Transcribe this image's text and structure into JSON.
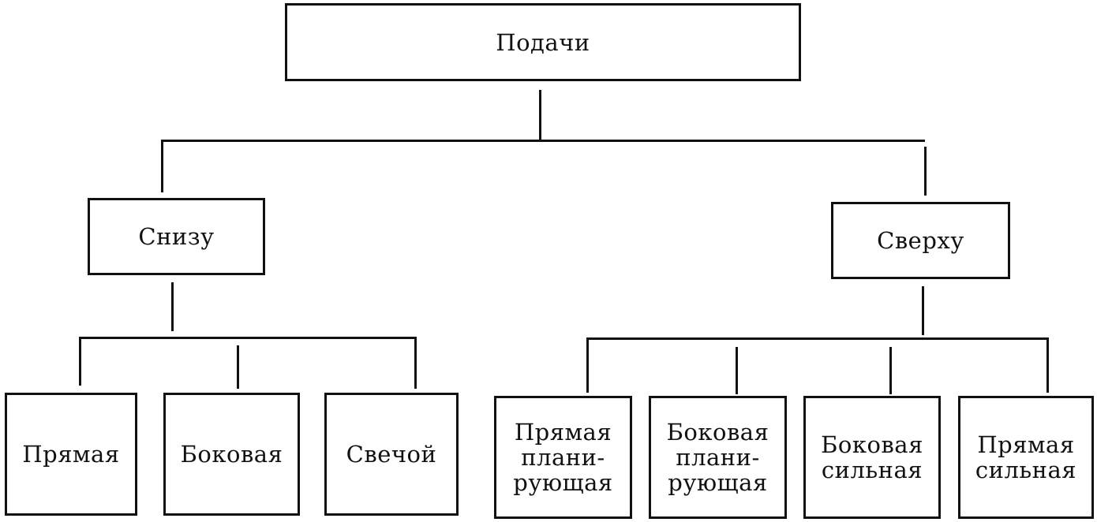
{
  "diagram": {
    "root": {
      "label": "Подачи"
    },
    "level1": [
      {
        "label": "Снизу"
      },
      {
        "label": "Сверху"
      }
    ],
    "snizu_children": [
      {
        "label": "Прямая"
      },
      {
        "label": "Боковая"
      },
      {
        "label": "Свечой"
      }
    ],
    "sverhu_children": [
      {
        "label": "Прямая\nплани-\nрующая"
      },
      {
        "label": "Боковая\nплани-\nрующая"
      },
      {
        "label": "Боковая\nсильная"
      },
      {
        "label": "Прямая\nсильная"
      }
    ]
  }
}
